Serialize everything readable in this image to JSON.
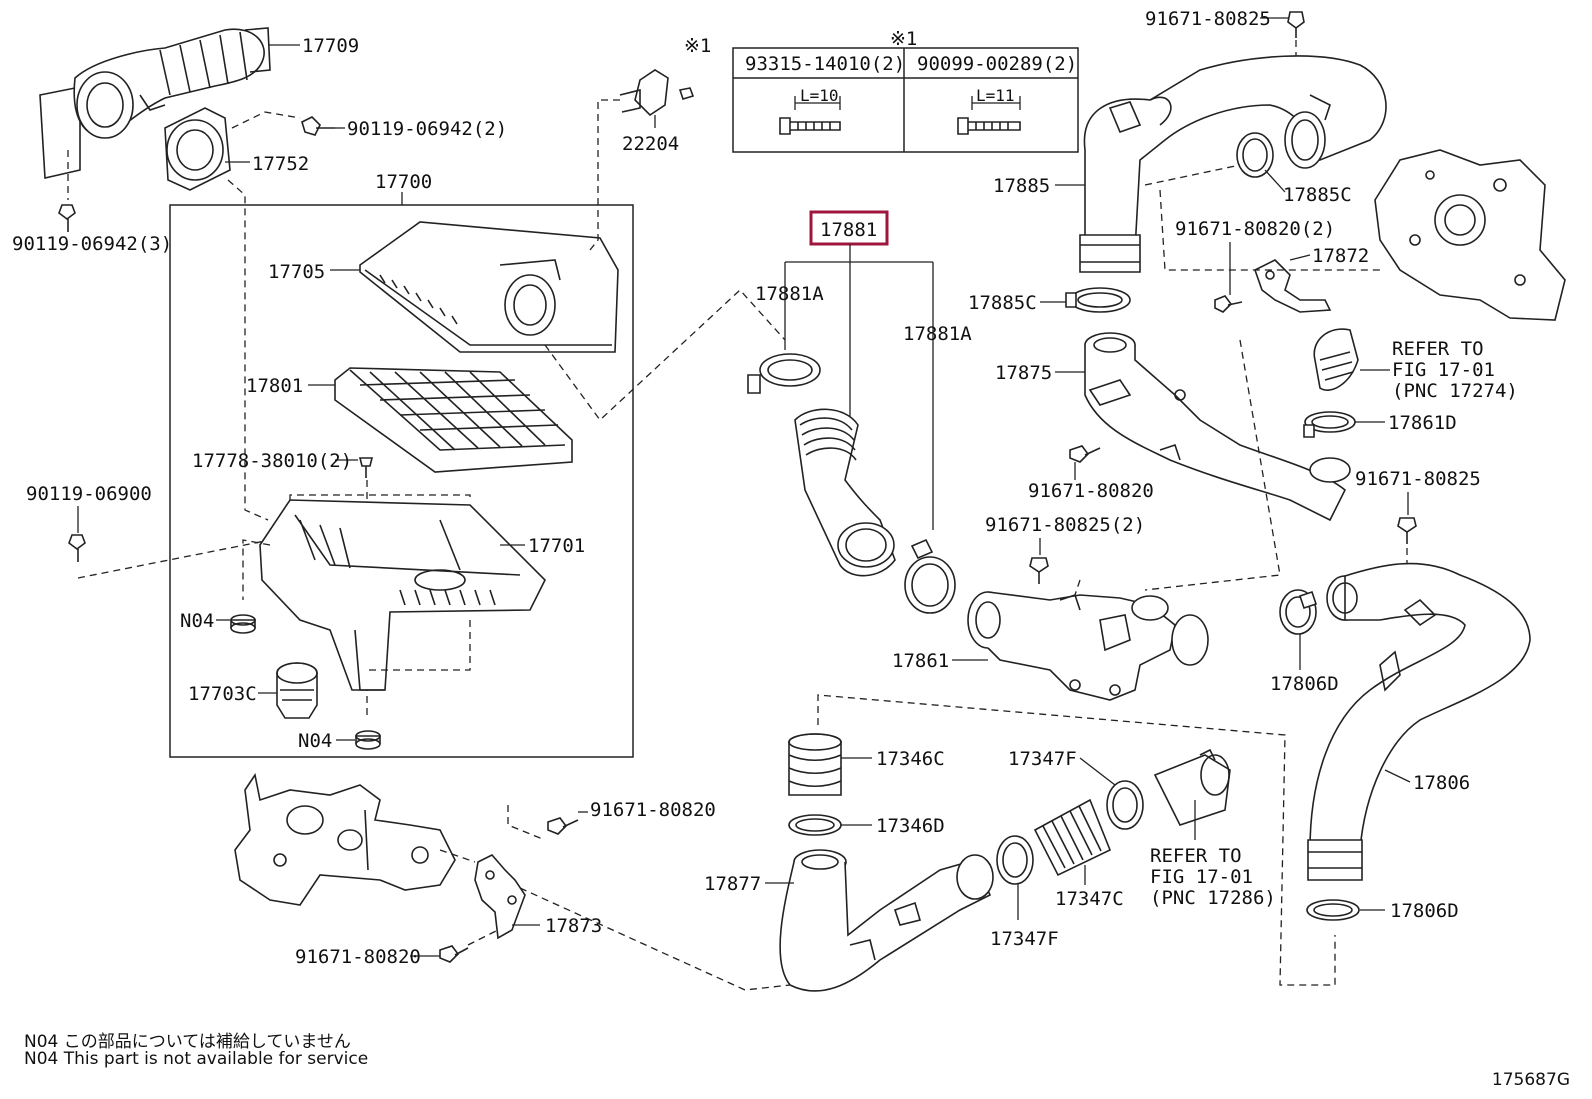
{
  "parts": {
    "p17709": "17709",
    "p90119_06942_2": "90119-06942(2)",
    "p90119_06942_3": "90119-06942(3)",
    "p17752": "17752",
    "p17700": "17700",
    "p17705": "17705",
    "p17801": "17801",
    "p17778": "17778-38010(2)",
    "p90119_06900": "90119-06900",
    "p17701": "17701",
    "pN04a": "N04",
    "p17703C": "17703C",
    "pN04b": "N04",
    "p22204": "22204",
    "mark1": "※1",
    "p17881": "17881",
    "p17881A_l": "17881A",
    "p17881A_r": "17881A",
    "p91671_80825_top": "91671-80825",
    "p17885": "17885",
    "p17885C_r": "17885C",
    "p17885C_l": "17885C",
    "p91671_80820_2": "91671-80820(2)",
    "p17872": "17872",
    "p17875": "17875",
    "p17861D": "17861D",
    "p91671_80820_mid": "91671-80820",
    "p91671_80825_mid": "91671-80825",
    "p91671_80825_2": "91671-80825(2)",
    "p17861": "17861",
    "p17806D_top": "17806D",
    "p17806": "17806",
    "p17806D_bot": "17806D",
    "p17346C": "17346C",
    "p17346D": "17346D",
    "p17347F_top": "17347F",
    "p17347C": "17347C",
    "p17347F_bot": "17347F",
    "p17877": "17877",
    "p91671_80820_a": "91671-80820",
    "p17873": "17873",
    "p91671_80820_b": "91671-80820"
  },
  "refer_top": [
    "REFER TO",
    "FIG 17-01",
    "(PNC 17274)"
  ],
  "refer_bot": [
    "REFER TO",
    "FIG 17-01",
    "(PNC 17286)"
  ],
  "bolt_table": {
    "mark": "※1",
    "col1_header": "93315-14010(2)",
    "col2_header": "90099-00289(2)",
    "col1_len": "L=10",
    "col2_len": "L=11"
  },
  "notes": {
    "line1": "N04  この部品については補給していません",
    "line2": "N04  This part is not available for service"
  },
  "figure_id": "175687G"
}
